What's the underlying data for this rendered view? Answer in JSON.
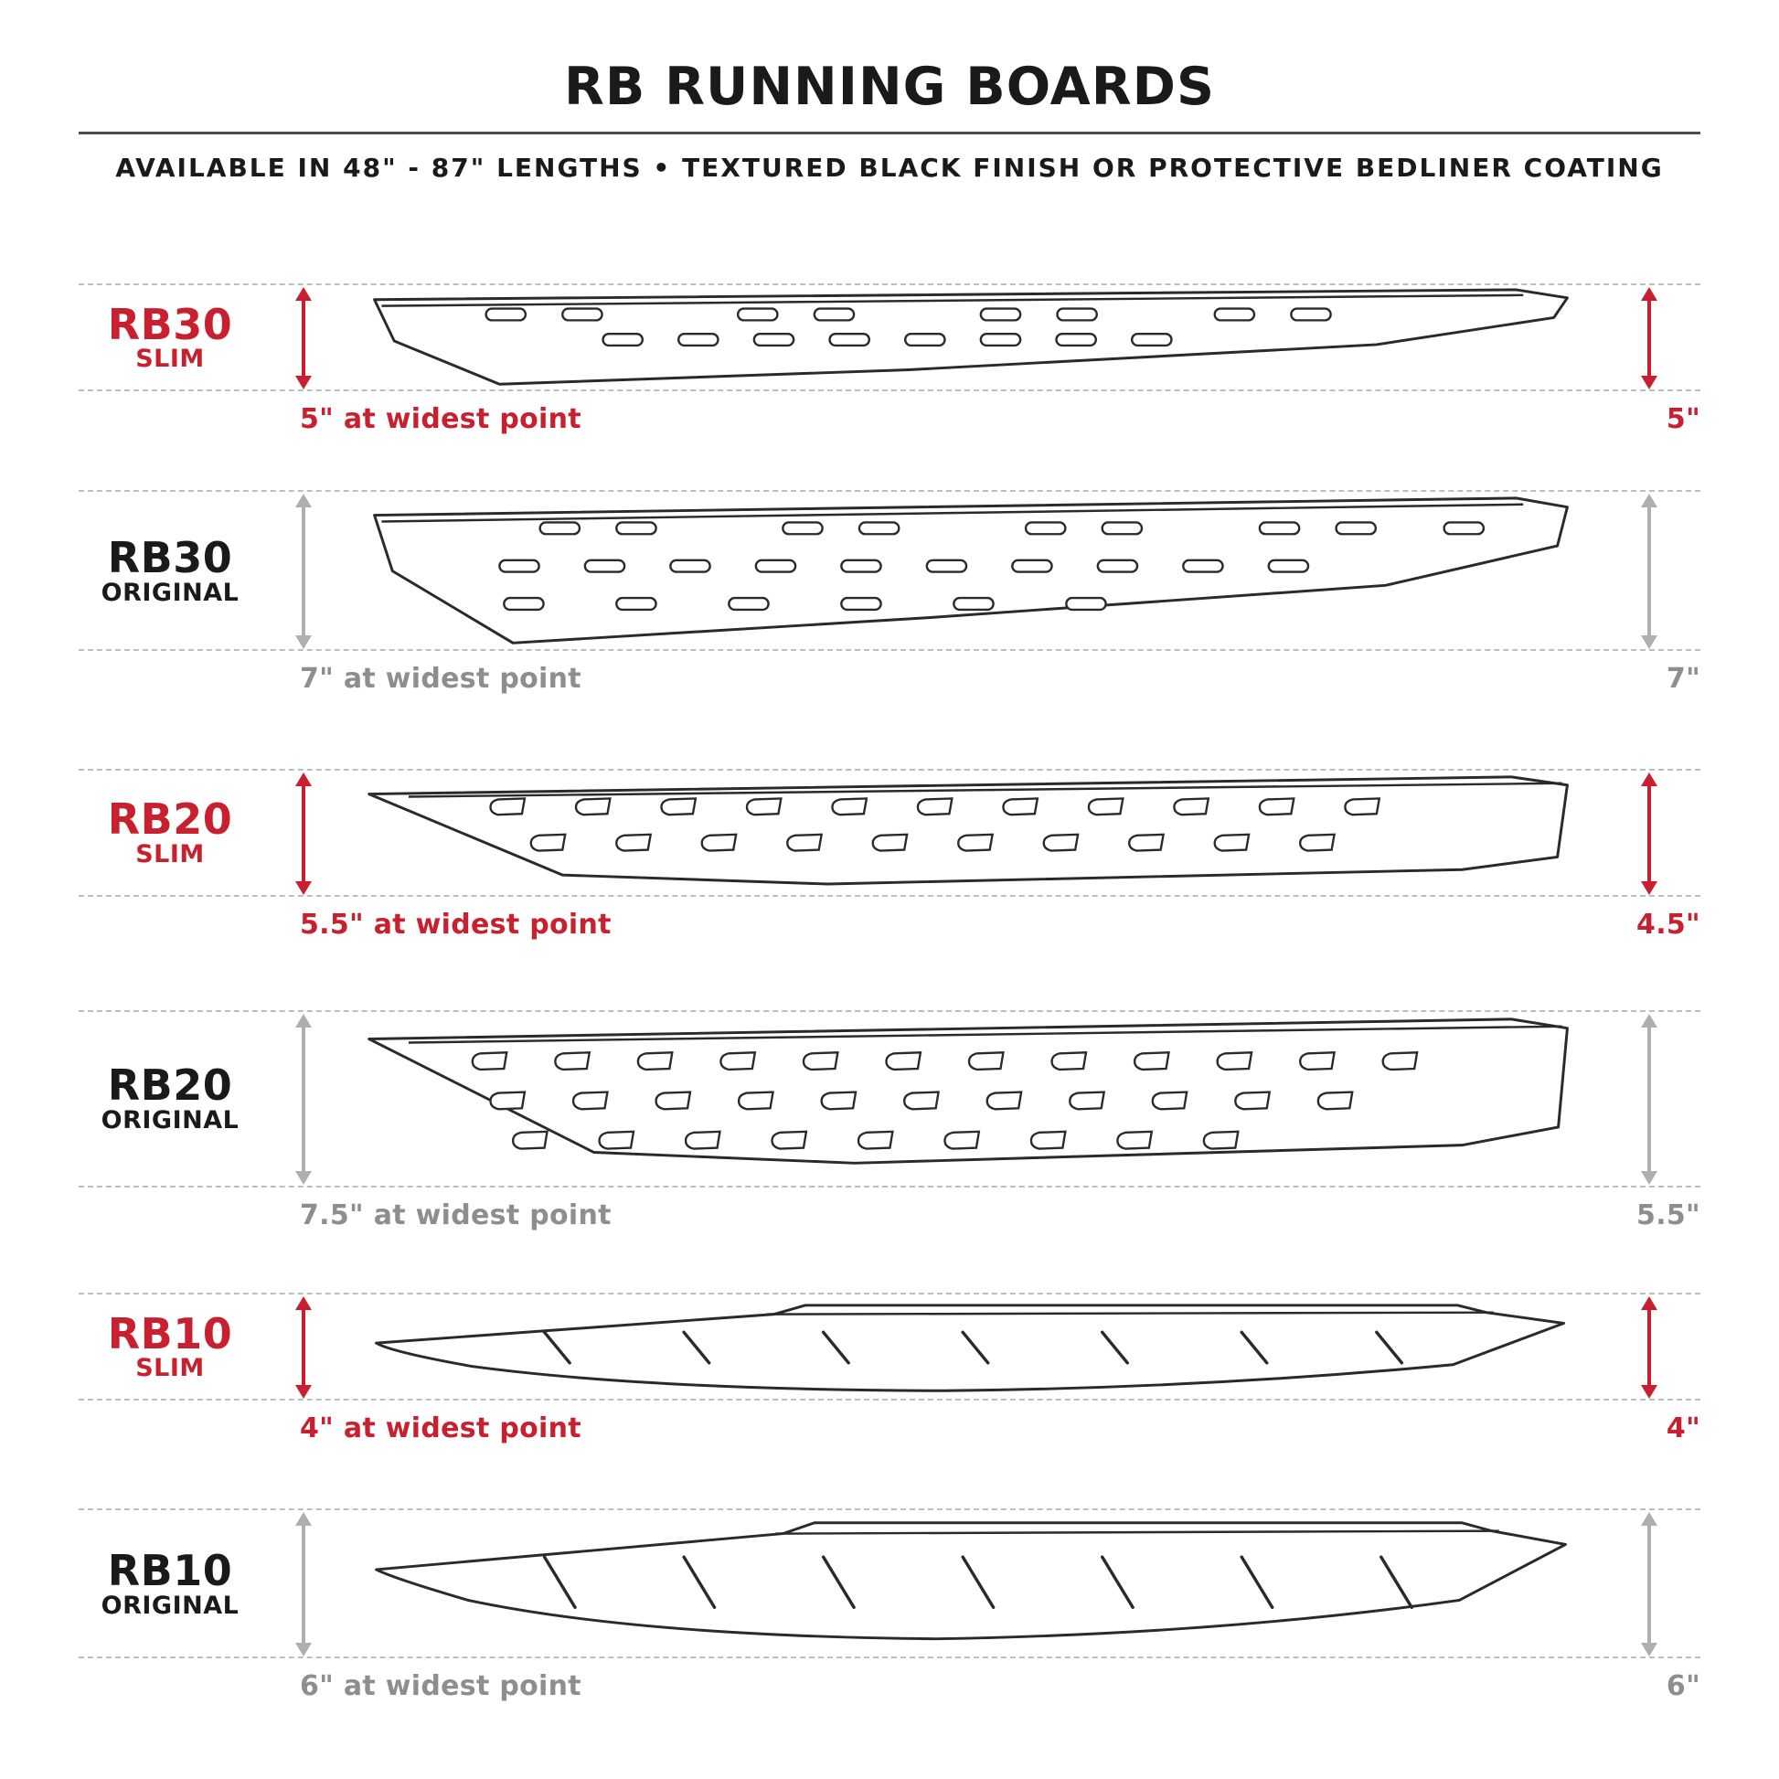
{
  "header": {
    "title": "RB RUNNING BOARDS",
    "subtitle": "AVAILABLE IN 48\" - 87\" LENGTHS  •  TEXTURED BLACK FINISH OR PROTECTIVE BEDLINER COATING"
  },
  "colors": {
    "accent_red": "#C8202E",
    "muted_gray": "#8E8E8E",
    "drawing_line": "#2A2A2A"
  },
  "rows": [
    {
      "model": "RB30",
      "variant": "SLIM",
      "width_label": "5\" at widest point",
      "height_label": "5\""
    },
    {
      "model": "RB30",
      "variant": "ORIGINAL",
      "width_label": "7\" at widest point",
      "height_label": "7\""
    },
    {
      "model": "RB20",
      "variant": "SLIM",
      "width_label": "5.5\" at widest point",
      "height_label": "4.5\""
    },
    {
      "model": "RB20",
      "variant": "ORIGINAL",
      "width_label": "7.5\" at widest point",
      "height_label": "5.5\""
    },
    {
      "model": "RB10",
      "variant": "SLIM",
      "width_label": "4\" at widest point",
      "height_label": "4\""
    },
    {
      "model": "RB10",
      "variant": "ORIGINAL",
      "width_label": "6\" at widest point",
      "height_label": "6\""
    }
  ]
}
